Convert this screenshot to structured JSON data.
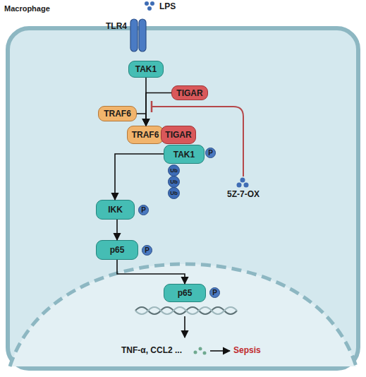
{
  "diagram": {
    "nodes": [
      {
        "text": [
          "TAK1"
        ]
      },
      {
        "text": [
          "TIGAR"
        ]
      },
      {
        "text": [
          "TRAF6"
        ]
      },
      {
        "text": [
          "TRAF6"
        ]
      },
      {
        "text": [
          "TIGAR"
        ]
      },
      {
        "text": [
          "TAK1"
        ]
      },
      {
        "text": [
          "P"
        ]
      },
      {
        "text": [
          "Ub"
        ]
      },
      {
        "text": [
          "Ub"
        ]
      },
      {
        "text": [
          "Ub"
        ]
      },
      {
        "text": [
          "IKK"
        ]
      },
      {
        "text": [
          "P"
        ]
      },
      {
        "text": [
          "p65"
        ]
      },
      {
        "text": [
          "P"
        ]
      },
      {
        "text": [
          "p65"
        ]
      },
      {
        "text": [
          "P"
        ]
      }
    ],
    "edges": [
      {
        "from": 0,
        "to": 3,
        "arrow": "to"
      },
      {
        "from": 1,
        "to": 3,
        "arrow": "to"
      },
      {
        "from": 2,
        "to": 3,
        "arrow": "to"
      },
      {
        "from": 5,
        "to": 10,
        "arrow": "to"
      },
      {
        "from": 10,
        "to": 12,
        "arrow": "to"
      },
      {
        "from": 12,
        "to": 14,
        "arrow": "to"
      }
    ],
    "labels": [
      "Macrophage",
      "LPS",
      "TLR4",
      "5Z-7-OX",
      "TNF-α, CCL2 ...",
      "Sepsis"
    ]
  }
}
